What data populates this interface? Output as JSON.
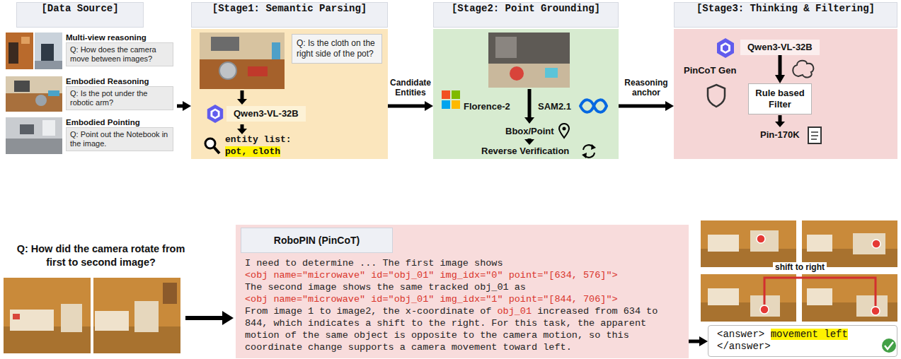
{
  "diagram": {
    "nodes": [
      {
        "text": [
          "[Data Source]"
        ]
      },
      {
        "text": [
          "Multi-view reasoning",
          "Q: How does the camera move between images?"
        ],
        "in": 0
      },
      {
        "text": [
          "Embodied Reasoning",
          "Q: Is the pot under the robotic arm?"
        ],
        "in": 0
      },
      {
        "text": [
          "Embodied Pointing",
          "Q: Point out the Notebook in the image."
        ],
        "in": 0
      },
      {
        "text": [
          "[Stage1: Semantic Parsing]"
        ]
      },
      {
        "text": [
          "Q: Is the cloth on the right side of the pot?"
        ],
        "in": 4
      },
      {
        "text": [
          "Qwen3-VL-32B"
        ],
        "in": 4
      },
      {
        "text": [
          "[Stage2: Point Grounding]"
        ]
      },
      {
        "text": [
          "[Stage3: Thinking & Filtering]"
        ]
      },
      {
        "text": [
          "Qwen3-VL-32B"
        ],
        "in": 8
      },
      {
        "text": [
          "Rule based Filter"
        ],
        "in": 8
      },
      {
        "text": [
          "RoboPIN (PinCoT)",
          "I need to determine ... The first image shows",
          "<obj name=\"microwave\" id=\"obj_01\" img_idx=\"0\" point=\"[634, 576]\">",
          "The second image shows the same tracked obj_01 as",
          "<obj name=\"microwave\" id=\"obj_01\" img_idx=\"1\" point=\"[844, 706]\">",
          "From image 1 to image2, the x-coordinate of",
          "obj_01",
          "increased from 634 to 844, which indicates a shift to the right. For this task, the apparent motion of the same object is opposite to the camera motion, so this coordinate change supports a camera movement toward left."
        ]
      },
      {
        "text": [
          "<answer>",
          "movement left",
          "</answer>"
        ]
      }
    ],
    "edges": [
      {
        "from": 0,
        "to": 4,
        "arrow": "to"
      },
      {
        "from": 4,
        "to": 7,
        "label": "Candidate Entities",
        "arrow": "to"
      },
      {
        "from": 7,
        "to": 8,
        "label": "Reasoning anchor",
        "arrow": "to"
      },
      {
        "from": 9,
        "to": 10,
        "arrow": "to"
      },
      {
        "from": 11,
        "to": 12,
        "arrow": "to"
      }
    ],
    "labels": [
      "entity list:",
      "pot, cloth",
      "Florence-2",
      "SAM2.1",
      "Bbox/Point",
      "Reverse Verification",
      "PinCoT Gen",
      "Pin-170K",
      "Q: How did the camera rotate from first to second image?",
      "shift to right"
    ]
  }
}
